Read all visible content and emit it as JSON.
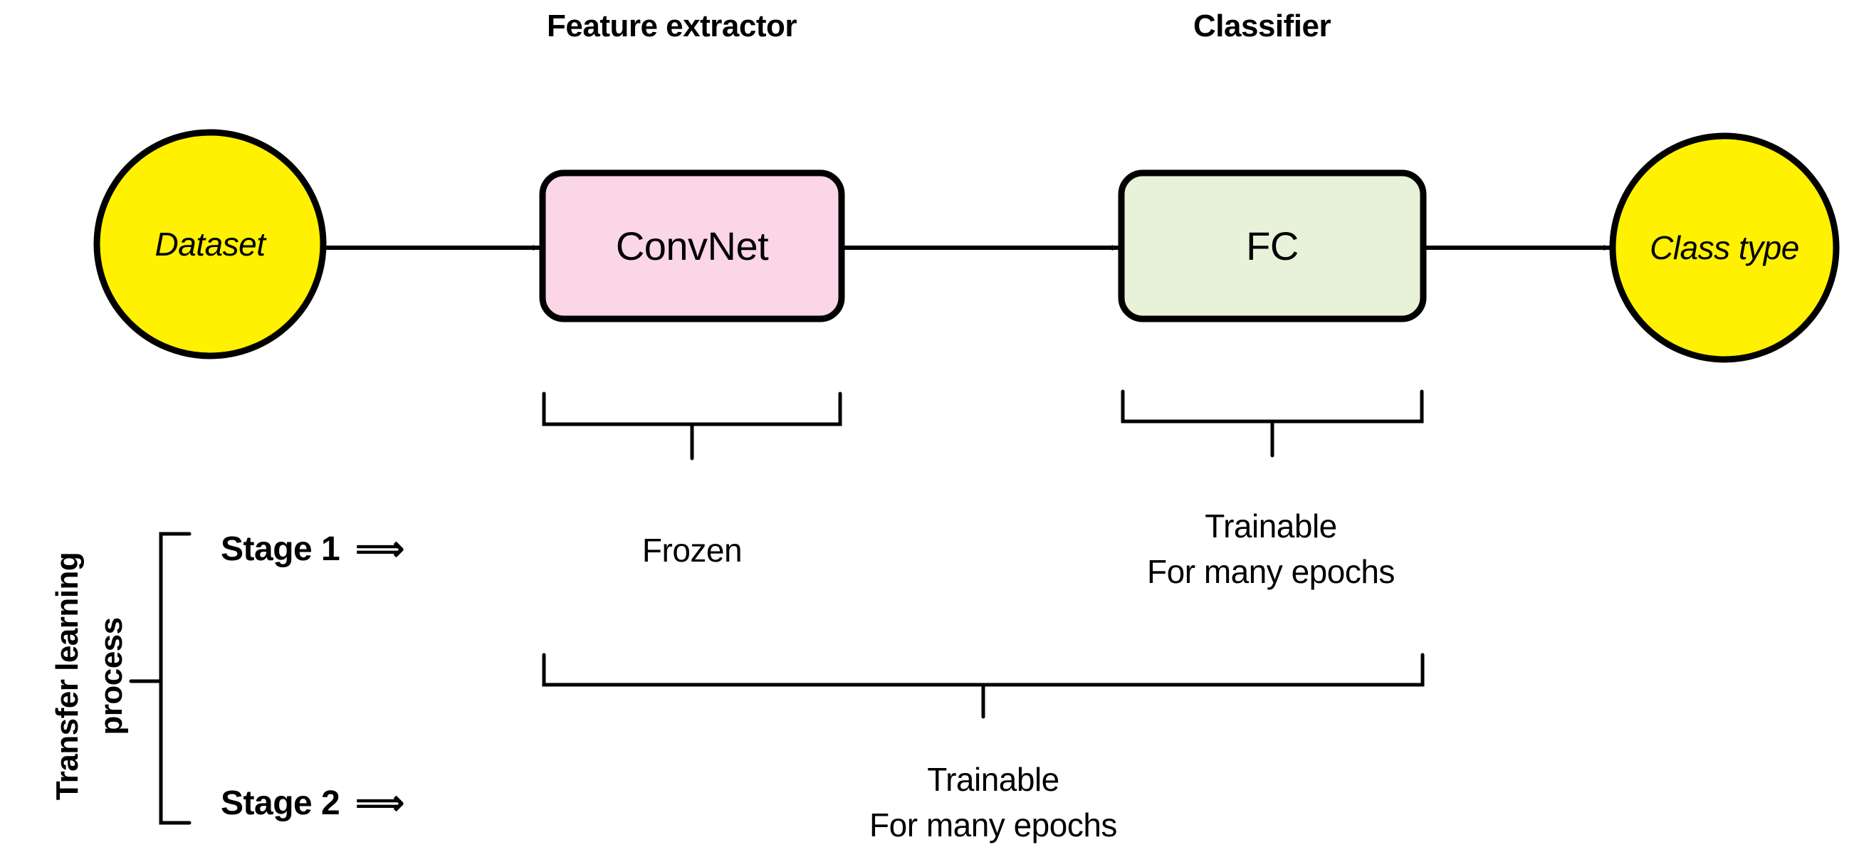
{
  "diagram": {
    "title": "Transfer learning process",
    "section_labels": [
      {
        "id": "feature-extractor",
        "text": "Feature extractor"
      },
      {
        "id": "classifier",
        "text": "Classifier"
      }
    ],
    "nodes": [
      {
        "id": "dataset",
        "label": "Dataset",
        "shape": "ellipse",
        "fill": "#FFF100",
        "stroke": "#000000",
        "style": "italic"
      },
      {
        "id": "convnet",
        "label": "ConvNet",
        "shape": "rounded-rect",
        "fill": "#FAD6E7",
        "stroke": "#000000",
        "style": "normal"
      },
      {
        "id": "fc",
        "label": "FC",
        "shape": "rounded-rect",
        "fill": "#E7F2D8",
        "stroke": "#000000",
        "style": "normal"
      },
      {
        "id": "classtype",
        "label": "Class type",
        "shape": "ellipse",
        "fill": "#FFF100",
        "stroke": "#000000",
        "style": "italic"
      }
    ],
    "edges": [
      {
        "from": "dataset",
        "to": "convnet"
      },
      {
        "from": "convnet",
        "to": "fc"
      },
      {
        "from": "fc",
        "to": "classtype"
      }
    ],
    "sidebar": {
      "vertical_line_1": "Transfer learning",
      "vertical_line_2": "process"
    },
    "stages": [
      {
        "id": "stage-1",
        "label": "Stage 1",
        "arrow": "⟹"
      },
      {
        "id": "stage-2",
        "label": "Stage 2",
        "arrow": "⟹"
      }
    ],
    "captions": {
      "frozen": "Frozen",
      "trainable_fc_line1": "Trainable",
      "trainable_fc_line2": "For many epochs",
      "trainable_all_line1": "Trainable",
      "trainable_all_line2": "For many epochs"
    },
    "colors": {
      "background": "#FFFFFF",
      "ink": "#000000",
      "yellow": "#FFF100",
      "pink": "#FAD6E7",
      "green": "#E7F2D8"
    }
  }
}
